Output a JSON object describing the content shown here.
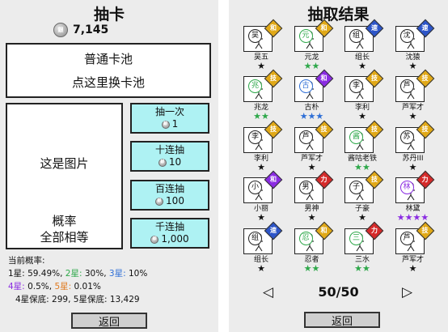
{
  "left": {
    "title": "抽卡",
    "coins": "7,145",
    "coin_glyph": "銀",
    "pool": {
      "line1": "普通卡池",
      "line2": "点这里换卡池"
    },
    "image": {
      "label": "这是图片",
      "rate_label": "概率",
      "rate_value": "全部相等"
    },
    "draw_buttons": [
      {
        "label": "抽一次",
        "cost": "1"
      },
      {
        "label": "十连抽",
        "cost": "10"
      },
      {
        "label": "百连抽",
        "cost": "100"
      },
      {
        "label": "千连抽",
        "cost": "1,000"
      }
    ],
    "prob_title": "当前概率:",
    "prob": [
      {
        "label": "1星:",
        "value": "59.49%",
        "color": "#111111"
      },
      {
        "label": "2星:",
        "value": "30%",
        "color": "#2ea84a"
      },
      {
        "label": "3星:",
        "value": "10%",
        "color": "#2f6fd6"
      },
      {
        "label": "4星:",
        "value": "0.5%",
        "color": "#8a2be2"
      },
      {
        "label": "5星:",
        "value": "0.01%",
        "color": "#e07a1f"
      }
    ],
    "pity": "4星保底: 299, 5星保底: 13,429",
    "back_label": "返回"
  },
  "right": {
    "title": "抽取结果",
    "pager": {
      "prev": "◁",
      "counter": "50/50",
      "next": "▷"
    },
    "back_label": "返回",
    "cards": [
      {
        "name": "吴五",
        "surname": "吴",
        "type": "和",
        "type_color": "#e0a817",
        "surname_color": "#111111",
        "stars": "★",
        "stars_color": "#111111"
      },
      {
        "name": "元龙",
        "surname": "元",
        "type": "和",
        "type_color": "#e0a817",
        "surname_color": "#2ea84a",
        "stars": "★★",
        "stars_color": "#2ea84a"
      },
      {
        "name": "组长",
        "surname": "组",
        "type": "速",
        "type_color": "#2d55c8",
        "surname_color": "#111111",
        "stars": "★",
        "stars_color": "#111111"
      },
      {
        "name": "沈猿",
        "surname": "沈",
        "type": "速",
        "type_color": "#2d55c8",
        "surname_color": "#111111",
        "stars": "★",
        "stars_color": "#111111"
      },
      {
        "name": "兆龙",
        "surname": "兆",
        "type": "技",
        "type_color": "#e0a817",
        "surname_color": "#2ea84a",
        "stars": "★★",
        "stars_color": "#2ea84a"
      },
      {
        "name": "古朴",
        "surname": "古",
        "type": "和",
        "type_color": "#8a2be2",
        "surname_color": "#2f6fd6",
        "stars": "★★★",
        "stars_color": "#2f6fd6"
      },
      {
        "name": "李利",
        "surname": "李",
        "type": "技",
        "type_color": "#e0a817",
        "surname_color": "#111111",
        "stars": "★",
        "stars_color": "#111111"
      },
      {
        "name": "芦军才",
        "surname": "芦",
        "type": "技",
        "type_color": "#e0a817",
        "surname_color": "#111111",
        "stars": "★",
        "stars_color": "#111111"
      },
      {
        "name": "李利",
        "surname": "李",
        "type": "技",
        "type_color": "#e0a817",
        "surname_color": "#111111",
        "stars": "★",
        "stars_color": "#111111"
      },
      {
        "name": "芦军才",
        "surname": "芦",
        "type": "技",
        "type_color": "#e0a817",
        "surname_color": "#111111",
        "stars": "★",
        "stars_color": "#111111"
      },
      {
        "name": "酱咕老铁",
        "surname": "酱",
        "type": "技",
        "type_color": "#e0a817",
        "surname_color": "#2ea84a",
        "stars": "★★",
        "stars_color": "#2ea84a"
      },
      {
        "name": "苏丹III",
        "surname": "苏",
        "type": "技",
        "type_color": "#e0a817",
        "surname_color": "#111111",
        "stars": "★",
        "stars_color": "#111111"
      },
      {
        "name": "小丽",
        "surname": "小",
        "type": "和",
        "type_color": "#8a2be2",
        "surname_color": "#111111",
        "stars": "★",
        "stars_color": "#111111"
      },
      {
        "name": "男神",
        "surname": "男",
        "type": "力",
        "type_color": "#d42a2a",
        "surname_color": "#111111",
        "stars": "★",
        "stars_color": "#111111"
      },
      {
        "name": "子豪",
        "surname": "子",
        "type": "技",
        "type_color": "#e0a817",
        "surname_color": "#111111",
        "stars": "★",
        "stars_color": "#111111"
      },
      {
        "name": "林黛",
        "surname": "林",
        "type": "力",
        "type_color": "#d42a2a",
        "surname_color": "#8a2be2",
        "stars": "★★★★",
        "stars_color": "#8a2be2"
      },
      {
        "name": "组长",
        "surname": "组",
        "type": "速",
        "type_color": "#2d55c8",
        "surname_color": "#111111",
        "stars": "★",
        "stars_color": "#111111"
      },
      {
        "name": "忍者",
        "surname": "忍",
        "type": "和",
        "type_color": "#e0a817",
        "surname_color": "#2ea84a",
        "stars": "★★",
        "stars_color": "#2ea84a"
      },
      {
        "name": "三水",
        "surname": "三",
        "type": "力",
        "type_color": "#d42a2a",
        "surname_color": "#2ea84a",
        "stars": "★★",
        "stars_color": "#2ea84a"
      },
      {
        "name": "芦军才",
        "surname": "芦",
        "type": "技",
        "type_color": "#e0a817",
        "surname_color": "#111111",
        "stars": "★",
        "stars_color": "#111111"
      }
    ]
  }
}
